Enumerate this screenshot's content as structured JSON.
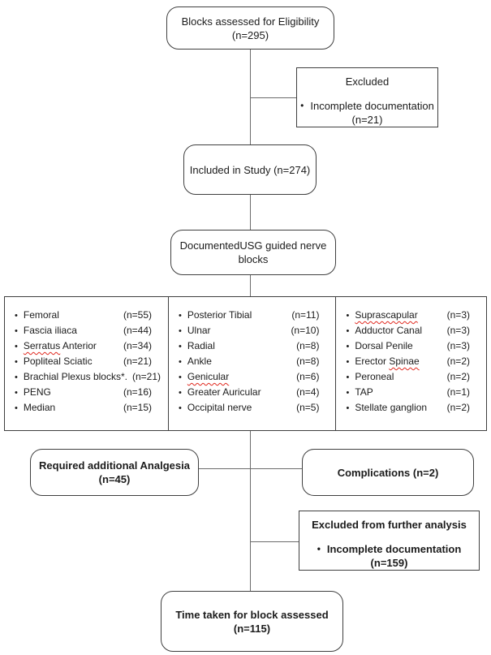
{
  "diagram": {
    "background": "#ffffff",
    "border_color": "#3f3f3f",
    "connector_color": "#6b6b6b",
    "spellcheck_underline_color": "#e0281e",
    "boxes": {
      "eligibility": {
        "line1": "Blocks assessed for Eligibility",
        "line2": "(n=295)"
      },
      "excluded_initial": {
        "title": "Excluded",
        "bullet_item": "Incomplete documentation",
        "count": "(n=21)"
      },
      "included": {
        "label": "Included in Study (n=274)"
      },
      "usg_blocks": {
        "line1": "DocumentedUSG guided nerve",
        "line2": "blocks"
      },
      "analgesia": {
        "line1": "Required additional Analgesia",
        "line2": "(n=45)"
      },
      "complications": {
        "label": "Complications (n=2)"
      },
      "excluded_further": {
        "title": "Excluded from further analysis",
        "bullet_item": "Incomplete documentation",
        "count": "(n=159)"
      },
      "time_taken": {
        "line1": "Time taken for block assessed",
        "line2": "(n=115)"
      }
    },
    "table": {
      "columns": [
        {
          "items": [
            {
              "label": "Femoral",
              "count": "(n=55)"
            },
            {
              "label": "Fascia iliaca",
              "count": "(n=44)"
            },
            {
              "label": "Serratus Anterior",
              "count": "(n=34)",
              "wavy": [
                "Serratus"
              ]
            },
            {
              "label": "Popliteal Sciatic",
              "count": "(n=21)"
            },
            {
              "label": "Brachial Plexus blocks*.",
              "count": "(n=21)"
            },
            {
              "label": "PENG",
              "count": "(n=16)"
            },
            {
              "label": "Median",
              "count": "(n=15)"
            }
          ]
        },
        {
          "items": [
            {
              "label": "Posterior Tibial",
              "count": "(n=11)"
            },
            {
              "label": "Ulnar",
              "count": "(n=10)"
            },
            {
              "label": "Radial",
              "count": "(n=8)"
            },
            {
              "label": "Ankle",
              "count": "(n=8)"
            },
            {
              "label": "Genicular",
              "count": "(n=6)",
              "wavy": [
                "Genicular"
              ]
            },
            {
              "label": "Greater Auricular",
              "count": "(n=4)"
            },
            {
              "label": "Occipital nerve",
              "count": "(n=5)"
            }
          ]
        },
        {
          "items": [
            {
              "label": "Suprascapular",
              "count": "(n=3)",
              "wavy": [
                "Suprascapular"
              ]
            },
            {
              "label": "Adductor Canal",
              "count": "(n=3)"
            },
            {
              "label": "Dorsal Penile",
              "count": "(n=3)"
            },
            {
              "label": "Erector Spinae",
              "count": "(n=2)",
              "wavy": [
                "Spinae"
              ]
            },
            {
              "label": "Peroneal",
              "count": "(n=2)"
            },
            {
              "label": "TAP",
              "count": "(n=1)"
            },
            {
              "label": "Stellate ganglion",
              "count": "(n=2)"
            }
          ]
        }
      ]
    }
  }
}
